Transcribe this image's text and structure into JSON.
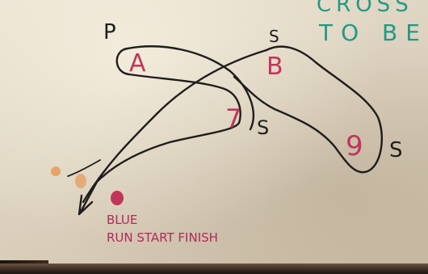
{
  "whiteboard": {
    "top_right_text": [
      "CROSS",
      "TO BE"
    ],
    "stickers": [
      {
        "label": "P",
        "role": "player"
      },
      {
        "label": "S",
        "role": "server"
      }
    ],
    "zones": [
      {
        "label": "A",
        "tag": ""
      },
      {
        "label": "B",
        "tag": "S"
      },
      {
        "label": "7",
        "tag": "S"
      },
      {
        "label": "9",
        "tag": "S"
      }
    ],
    "legend_line1": "BLUE",
    "legend_line2": "RUN START FINISH",
    "colors": {
      "black_marker": "#1f1d1c",
      "red_marker": "#c2355a",
      "teal_marker": "#1f9a86",
      "orange_dot": "#e69a5a"
    }
  }
}
